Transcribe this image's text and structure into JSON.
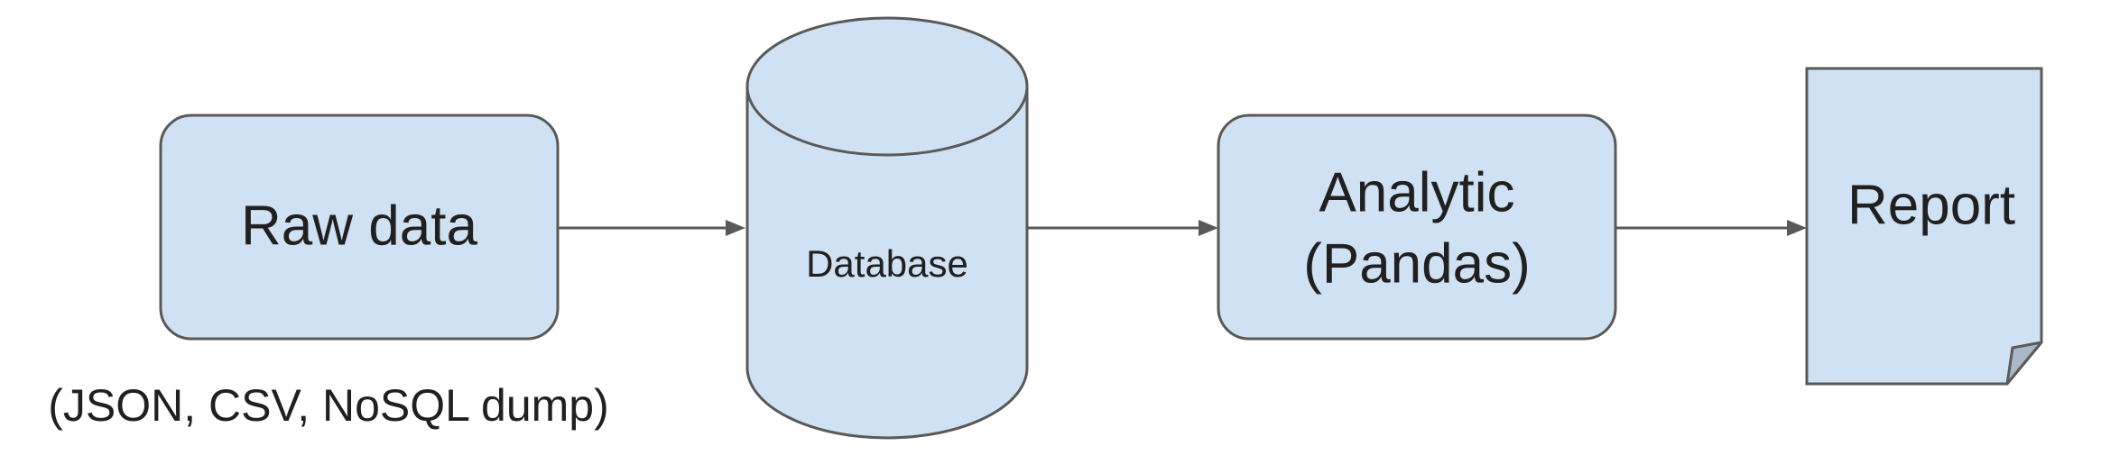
{
  "nodes": {
    "raw_data": {
      "label": "Raw data",
      "caption": "(JSON, CSV, NoSQL dump)"
    },
    "database": {
      "label": "Database"
    },
    "analytic": {
      "label_line1": "Analytic",
      "label_line2": "(Pandas)"
    },
    "report": {
      "label": "Report"
    }
  },
  "colors": {
    "node_fill": "#cfe2f3",
    "node_stroke": "#595959",
    "edge": "#595959",
    "text": "#202020",
    "fold_fill": "#a9b8c6"
  }
}
